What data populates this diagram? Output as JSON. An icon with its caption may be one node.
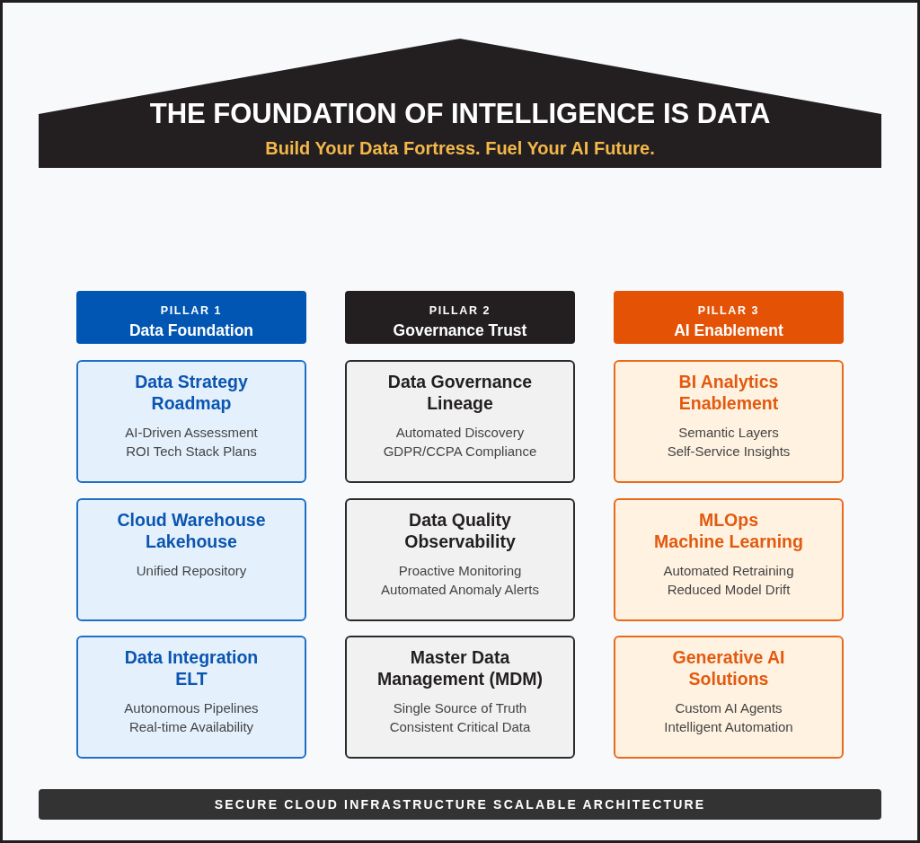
{
  "diagram": {
    "nodes": [
      {
        "text": [
          "THE FOUNDATION OF INTELLIGENCE IS DATA",
          "Build Your Data Fortress. Fuel Your AI Future."
        ]
      },
      {
        "text": [
          "PILLAR 1",
          "Data Foundation"
        ]
      },
      {
        "text": [
          "Data Strategy Roadmap",
          "AI-Driven Assessment",
          "ROI Tech Stack Plans"
        ]
      },
      {
        "text": [
          "Cloud Warehouse Lakehouse",
          "Unified Repository"
        ]
      },
      {
        "text": [
          "Data Integration ELT",
          "Autonomous Pipelines",
          "Real-time Availability"
        ]
      },
      {
        "text": [
          "PILLAR 2",
          "Governance Trust"
        ]
      },
      {
        "text": [
          "Data Governance Lineage",
          "Automated Discovery",
          "GDPR/CCPA Compliance"
        ]
      },
      {
        "text": [
          "Data Quality Observability",
          "Proactive Monitoring",
          "Automated Anomaly Alerts"
        ]
      },
      {
        "text": [
          "Master Data Management (MDM)",
          "Single Source of Truth",
          "Consistent Critical Data"
        ]
      },
      {
        "text": [
          "PILLAR 3",
          "AI Enablement"
        ]
      },
      {
        "text": [
          "BI Analytics Enablement",
          "Semantic Layers",
          "Self-Service Insights"
        ]
      },
      {
        "text": [
          "MLOps Machine Learning",
          "Automated Retraining",
          "Reduced Model Drift"
        ]
      },
      {
        "text": [
          "Generative AI Solutions",
          "Custom AI Agents",
          "Intelligent Automation"
        ]
      },
      {
        "text": [
          "SECURE CLOUD INFRASTRUCTURE SCALABLE ARCHITECTURE"
        ]
      }
    ]
  }
}
